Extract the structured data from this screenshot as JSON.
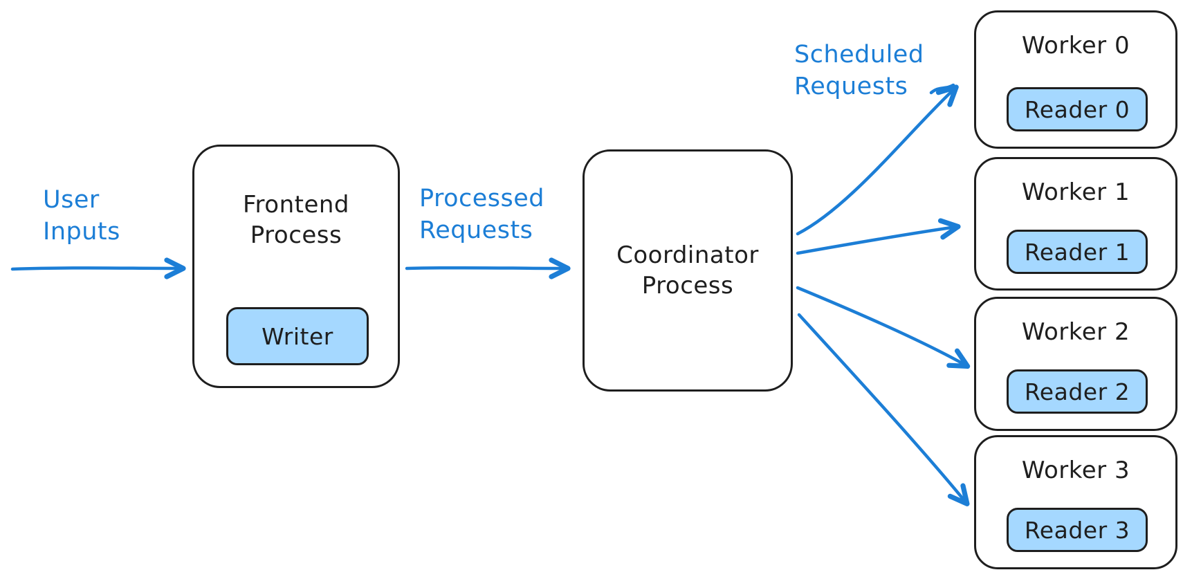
{
  "colors": {
    "accent_blue": "#1c7ed6",
    "fill_light_blue": "#a5d8ff",
    "stroke_dark": "#1e1e1e",
    "canvas_bg": "#ffffff"
  },
  "labels": {
    "user_inputs": "User Inputs",
    "processed_requests": "Processed Requests",
    "scheduled_requests": "Scheduled Requests"
  },
  "nodes": {
    "frontend": {
      "title": "Frontend Process",
      "writer": "Writer"
    },
    "coordinator": {
      "title": "Coordinator Process"
    },
    "workers": [
      {
        "title": "Worker 0",
        "reader": "Reader 0"
      },
      {
        "title": "Worker 1",
        "reader": "Reader 1"
      },
      {
        "title": "Worker 2",
        "reader": "Reader 2"
      },
      {
        "title": "Worker 3",
        "reader": "Reader 3"
      }
    ]
  }
}
